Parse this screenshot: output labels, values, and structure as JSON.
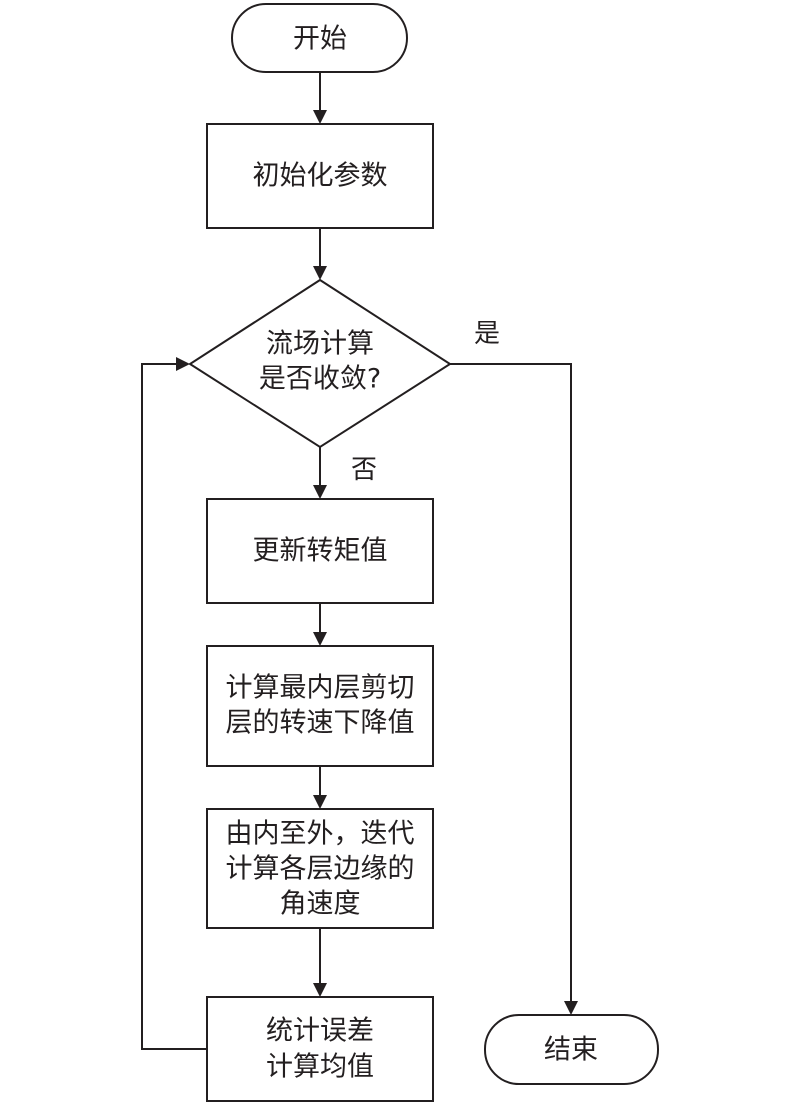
{
  "diagram": {
    "nodes": {
      "start": {
        "type": "terminal",
        "lines": [
          "开始"
        ]
      },
      "init": {
        "type": "process",
        "lines": [
          "初始化参数"
        ]
      },
      "decision": {
        "type": "decision",
        "lines": [
          "流场计算",
          "是否收敛?"
        ]
      },
      "update": {
        "type": "process",
        "lines": [
          "更新转矩值"
        ]
      },
      "compute_drop": {
        "type": "process",
        "lines": [
          "计算最内层剪切",
          "层的转速下降值"
        ]
      },
      "iterate": {
        "type": "process",
        "lines": [
          "由内至外，迭代",
          "计算各层边缘的",
          "角速度"
        ]
      },
      "stats": {
        "type": "process",
        "lines": [
          "统计误差",
          "计算均值"
        ]
      },
      "end": {
        "type": "terminal",
        "lines": [
          "结束"
        ]
      }
    },
    "edges": [
      {
        "from": "start",
        "to": "init",
        "label": ""
      },
      {
        "from": "init",
        "to": "decision",
        "label": ""
      },
      {
        "from": "decision",
        "to": "update",
        "label": "否"
      },
      {
        "from": "update",
        "to": "compute_drop",
        "label": ""
      },
      {
        "from": "compute_drop",
        "to": "iterate",
        "label": ""
      },
      {
        "from": "iterate",
        "to": "stats",
        "label": ""
      },
      {
        "from": "stats",
        "to": "decision",
        "label": ""
      },
      {
        "from": "decision",
        "to": "end",
        "label": "是"
      }
    ]
  }
}
